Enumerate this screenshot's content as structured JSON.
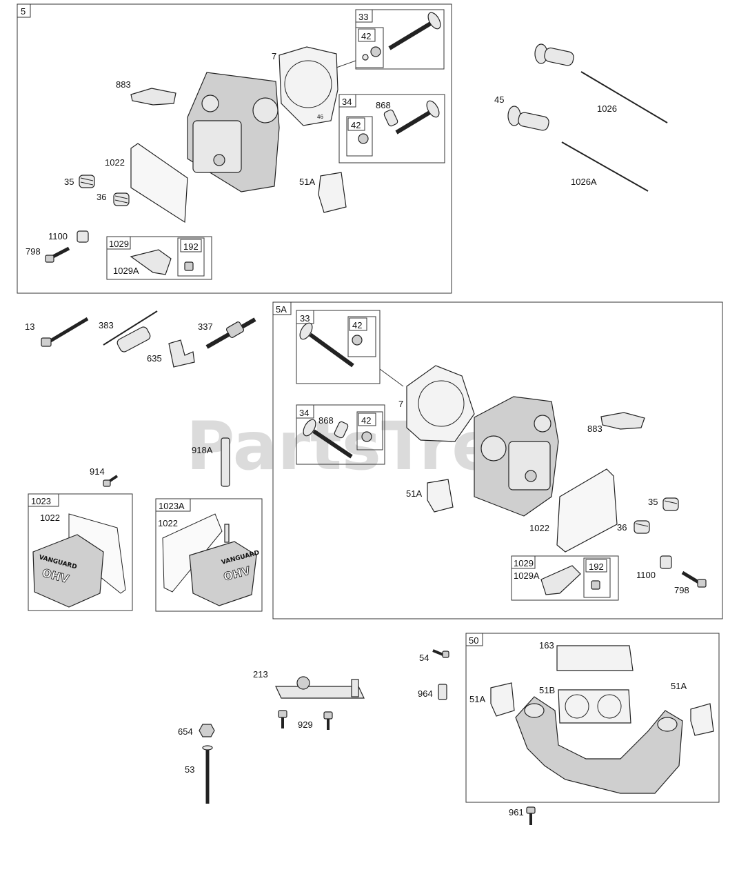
{
  "watermark": "PartsTre",
  "groups": {
    "g5": "5",
    "g5A": "5A",
    "g50": "50",
    "b33a": "33",
    "b42a": "42",
    "b34a": "34",
    "b42b": "42",
    "b1029a": "1029",
    "b192a": "192",
    "b33b": "33",
    "b42c": "42",
    "b34b": "34",
    "b42d": "42",
    "b1029b": "1029",
    "b192b": "192",
    "b1023": "1023",
    "b1023A": "1023A"
  },
  "labels": {
    "l7a": "7",
    "l883a": "883",
    "l868a": "868",
    "l1022a": "1022",
    "l35a": "35",
    "l36a": "36",
    "l51Aa": "51A",
    "l1100a": "1100",
    "l798a": "798",
    "l1029Aa": "1029A",
    "l45": "45",
    "l1026": "1026",
    "l1026A": "1026A",
    "l13": "13",
    "l383": "383",
    "l337": "337",
    "l635": "635",
    "l918A": "918A",
    "l914": "914",
    "l1022b": "1022",
    "l1022c": "1022",
    "l868b": "868",
    "l7b": "7",
    "l883b": "883",
    "l51Ab": "51A",
    "l35b": "35",
    "l36b": "36",
    "l1022d": "1022",
    "l1029Ab": "1029A",
    "l1100b": "1100",
    "l798b": "798",
    "l54": "54",
    "l964": "964",
    "l213": "213",
    "l929": "929",
    "l654": "654",
    "l53": "53",
    "l163": "163",
    "l51B": "51B",
    "l51Ac": "51A",
    "l51Ad": "51A",
    "l961": "961"
  },
  "stamps": {
    "head_mark": "46",
    "cover_brand": "VANGUARD",
    "cover_ohv": "OHV"
  }
}
